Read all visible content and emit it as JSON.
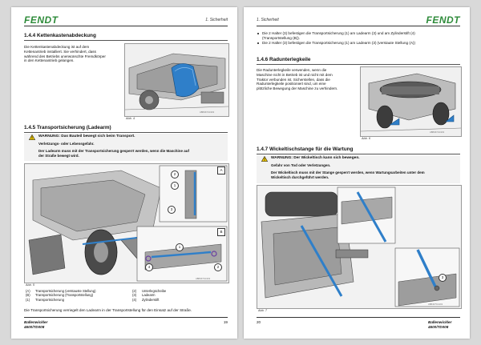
{
  "brand": {
    "logo": "FENDT",
    "accent": "#2e8b3a"
  },
  "left_page": {
    "header_section": "1. Sicherheit",
    "section_144": {
      "title": "1.4.4  Kettenkastenabdeckung",
      "text": [
        "Die Kettenkastenabdeckung ist auf dem",
        "Kettenantrieb installiert. Sie verhindert, dass",
        "während des Betriebs unerwünschte Fremdkörper",
        "in den Kettenantrieb gelangen."
      ],
      "fig_caption": "Abb. 4",
      "fig_code": "ABB4672/1/202"
    },
    "section_145": {
      "title": "1.4.5  Transportsicherung (Ladearm)",
      "warning_head": "WARNUNG: Das Bauteil bewegt sich beim Transport.",
      "warning_sub": "Verletzungs- oder Lebensgefahr.",
      "warning_text": [
        "Der Ladearm muss mit der Transportsicherung gesperrt werden, wenn die Maschine auf",
        "der Straße bewegt wird."
      ],
      "fig_caption": "Abb. 5",
      "fig_code": "ABB4673/1/202",
      "callouts": [
        "2",
        "A",
        "1",
        "3",
        "B",
        "4",
        "1",
        "2"
      ],
      "legend_left": [
        {
          "num": "(A)",
          "text": "Transportsicherung (verstauste Stellung)"
        },
        {
          "num": "(B)",
          "text": "Transportsicherung (Transportstellung)"
        },
        {
          "num": "(1)",
          "text": "Transportsicherung"
        }
      ],
      "legend_right": [
        {
          "num": "(2)",
          "text": "Unterlegscheibe"
        },
        {
          "num": "(3)",
          "text": "Ladearm"
        },
        {
          "num": "(4)",
          "text": "Zylinderstift"
        }
      ],
      "closing_text": "Die Transportsicherung verriegelt den Ladearm in der Transportstellung für den Einsatz auf der Straße."
    },
    "footer_title": [
      "Ballenwickler",
      "4600/TD008"
    ],
    "page_number": "19"
  },
  "right_page": {
    "header_section": "1. Sicherheit",
    "bullets": [
      [
        "Die 2 Halter (3) befestigen die Transportsicherung (1) am Ladearm (3) und am Zylinderstift (4)",
        "(Transportstellung (B))."
      ],
      [
        "Die 2 Halter (3) befestigen die Transportsicherung (1) am Ladearm (3) (verstaute Stellung (A))"
      ]
    ],
    "section_146": {
      "title": "1.4.6  Radunterlegkeile",
      "text": [
        "Die Radunterlegkeile verwenden, wenn die",
        "Maschine nicht in Betrieb ist und nicht mit dem",
        "Traktor verbunden ist. Sicherstellen, dass die",
        "Radunterlegkeile positioniert sind, um eine",
        "plötzliche Bewegung der Maschine zu verhindern."
      ],
      "fig_caption": "Abb. 6",
      "fig_code": "ABB4674/1/202"
    },
    "section_147": {
      "title": "1.4.7  Wickeltischstange für die Wartung",
      "warning_head": "WARNUNG: Der Wickeltisch kann sich bewegen.",
      "warning_sub": "Gefahr von Tod oder Verletzungen.",
      "warning_text": [
        "Der Wickeltisch muss mit der Stange gesperrt werden, wenn Wartungsarbeiten unter dem",
        "Wickeltisch durchgeführt werden."
      ],
      "fig_caption": "Abb. 7",
      "fig_code": "ABB4675/1/202",
      "callouts": [
        "3"
      ]
    },
    "footer_title": [
      "Ballenwickler",
      "4600/TD008"
    ],
    "page_number": "20"
  }
}
